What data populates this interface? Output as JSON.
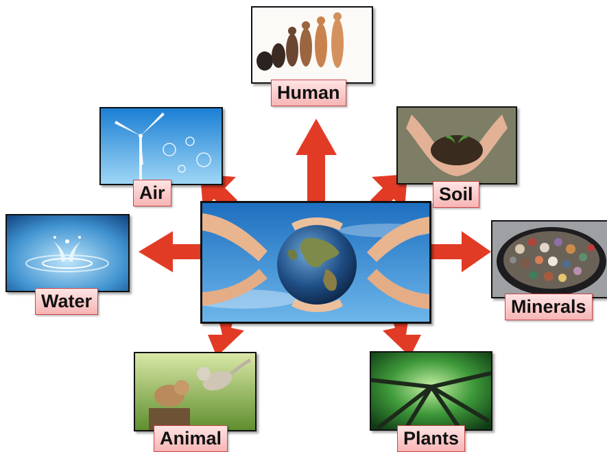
{
  "diagram": {
    "center_image": "hands-holding-earth",
    "arrow_color": "#e23b25",
    "label_background": "#f9c4c4",
    "nodes": [
      {
        "id": "human",
        "label": "Human",
        "image": "human-evolution"
      },
      {
        "id": "soil",
        "label": "Soil",
        "image": "hands-holding-soil"
      },
      {
        "id": "minerals",
        "label": "Minerals",
        "image": "bowl-of-mineral-stones"
      },
      {
        "id": "plants",
        "label": "Plants",
        "image": "forest-canopy"
      },
      {
        "id": "animal",
        "label": "Animal",
        "image": "kittens-playing"
      },
      {
        "id": "water",
        "label": "Water",
        "image": "water-splash"
      },
      {
        "id": "air",
        "label": "Air",
        "image": "wind-turbine-sky"
      }
    ]
  }
}
